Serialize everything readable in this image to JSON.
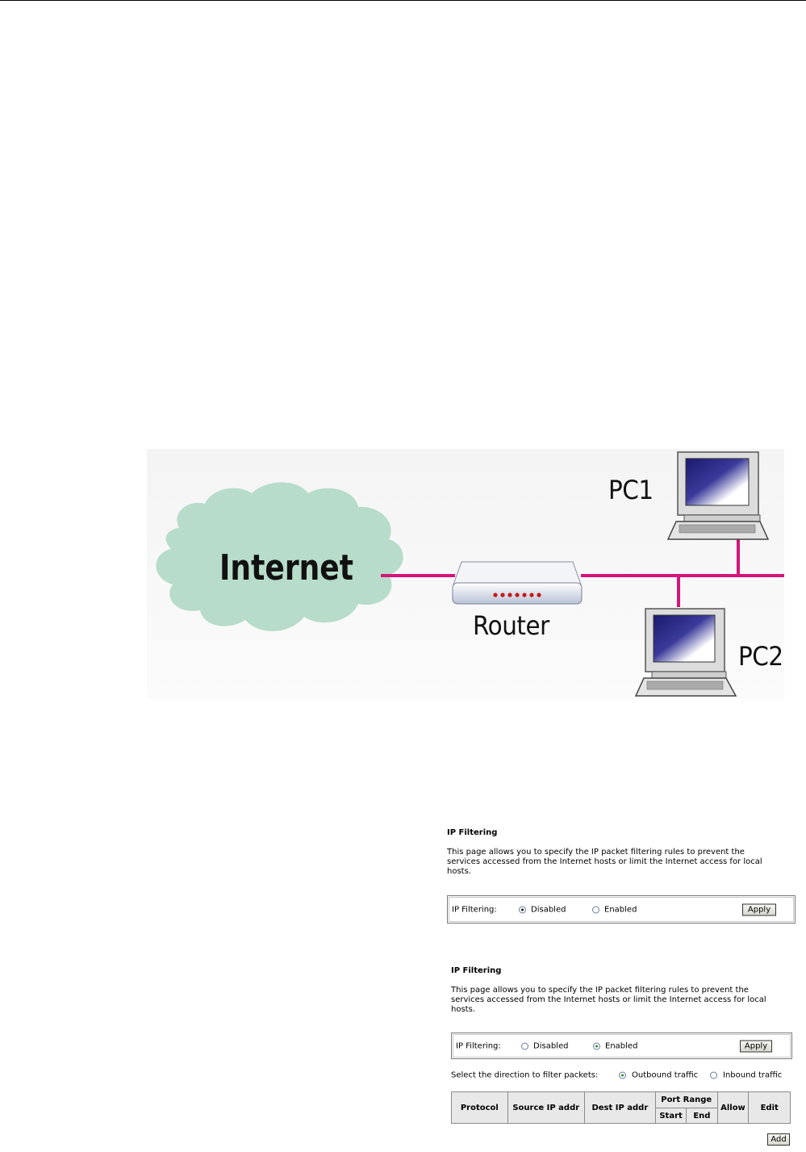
{
  "diagram": {
    "cloud_label": "Internet",
    "router_label": "Router",
    "pc1_label": "PC1",
    "pc2_label": "PC2",
    "colors": {
      "line": "#d4157a",
      "cloud": "#b7dcc9"
    }
  },
  "panel1": {
    "title": "IP Filtering",
    "description": "This page allows you to specify the IP packet filtering rules to prevent the services accessed from the Internet hosts or limit the Internet access for local hosts.",
    "field_label": "IP Filtering:",
    "option_disabled": "Disabled",
    "option_enabled": "Enabled",
    "selected": "Disabled",
    "apply_label": "Apply"
  },
  "panel2": {
    "title": "IP Filtering",
    "description": "This page allows you to specify the IP packet filtering rules to prevent the services accessed from the Internet hosts or limit the Internet access for local hosts.",
    "field_label": "IP Filtering:",
    "option_disabled": "Disabled",
    "option_enabled": "Enabled",
    "selected": "Enabled",
    "apply_label": "Apply",
    "direction_label": "Select the direction to filter packets:",
    "direction_outbound": "Outbound traffic",
    "direction_inbound": "Inbound traffic",
    "direction_selected": "Outbound traffic",
    "table": {
      "col_protocol": "Protocol",
      "col_source": "Source IP addr",
      "col_dest": "Dest IP addr",
      "col_port_range": "Port Range",
      "col_start": "Start",
      "col_end": "End",
      "col_allow": "Allow",
      "col_edit": "Edit"
    },
    "add_label": "Add"
  }
}
